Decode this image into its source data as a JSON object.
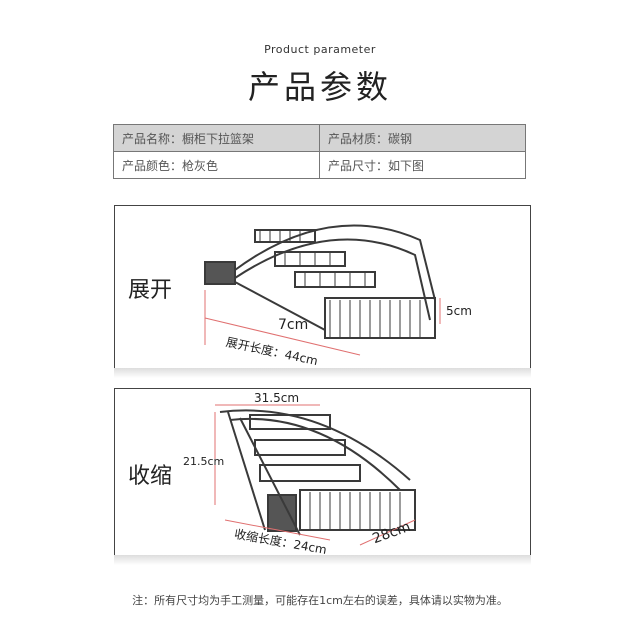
{
  "header": {
    "subtitle": "Product parameter",
    "title": "产品参数"
  },
  "params": [
    [
      "产品名称：橱柜下拉篮架",
      "产品材质：碳钢"
    ],
    [
      "产品颜色：枪灰色",
      "产品尺寸：如下图"
    ]
  ],
  "expanded": {
    "label": "展开",
    "height": "7cm",
    "basket_height": "5cm",
    "length": "展开长度：44cm"
  },
  "collapsed": {
    "label": "收缩",
    "width": "31.5cm",
    "height": "21.5cm",
    "length": "收缩长度：24cm",
    "depth": "28cm"
  },
  "note": "注：所有尺寸均为手工测量，可能存在1cm左右的误差，具体请以实物为准。",
  "colors": {
    "frame": "#3a3a3a",
    "dimension": "#e07070"
  }
}
